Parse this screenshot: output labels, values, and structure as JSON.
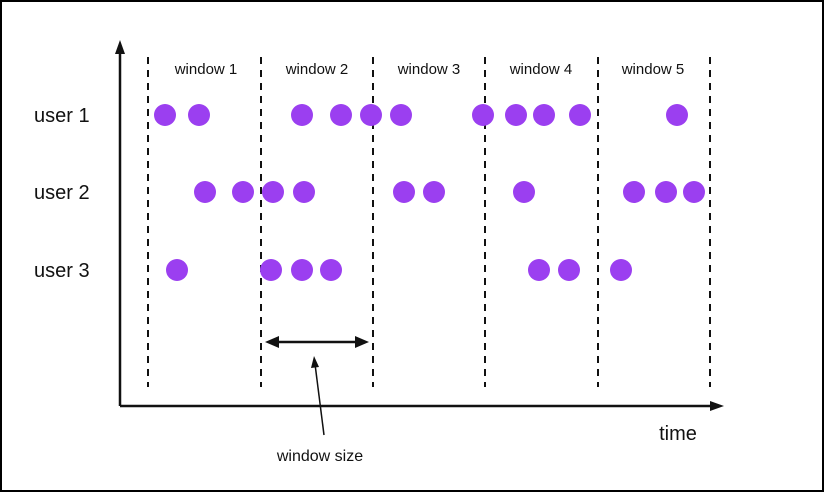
{
  "diagram": {
    "windows": [
      {
        "label": "window 1"
      },
      {
        "label": "window 2"
      },
      {
        "label": "window 3"
      },
      {
        "label": "window 4"
      },
      {
        "label": "window 5"
      }
    ],
    "users": [
      {
        "label": "user 1"
      },
      {
        "label": "user 2"
      },
      {
        "label": "user 3"
      }
    ],
    "time_label": "time",
    "window_size_label": "window size",
    "colors": {
      "dot": "#9b3ff0",
      "line": "#111111"
    }
  }
}
